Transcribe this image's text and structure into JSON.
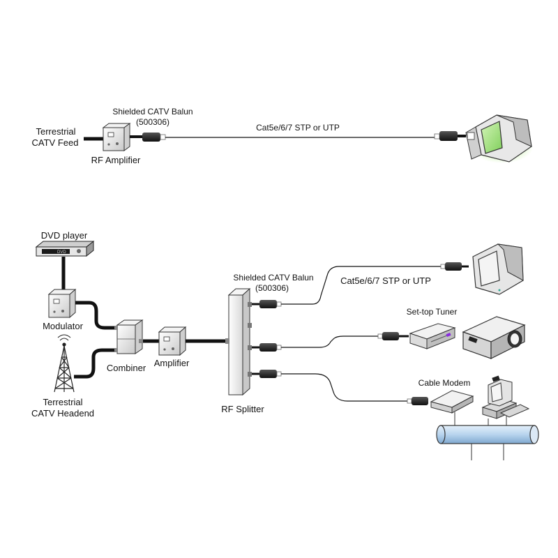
{
  "top": {
    "feed_label_1": "Terrestrial",
    "feed_label_2": "CATV Feed",
    "balun_label": "Shielded CATV Balun",
    "balun_part": "(500306)",
    "cable_label": "Cat5e/6/7 STP or UTP",
    "amplifier_label": "RF Amplifier"
  },
  "bottom": {
    "dvd_label": "DVD player",
    "dvd_device_text": "DVD",
    "modulator_label": "Modulator",
    "headend_label_1": "Terrestrial",
    "headend_label_2": "CATV Headend",
    "combiner_label": "Combiner",
    "amplifier_label": "Amplifier",
    "splitter_label": "RF Splitter",
    "balun_label": "Shielded CATV Balun",
    "balun_part": "(500306)",
    "cable_label": "Cat5e/6/7 STP or UTP",
    "settop_label": "Set-top Tuner",
    "modem_label": "Cable Modem"
  },
  "colors": {
    "cable": "#111111",
    "screen_green": "#a8e07a",
    "network_pipe": "#b8d4ee"
  }
}
